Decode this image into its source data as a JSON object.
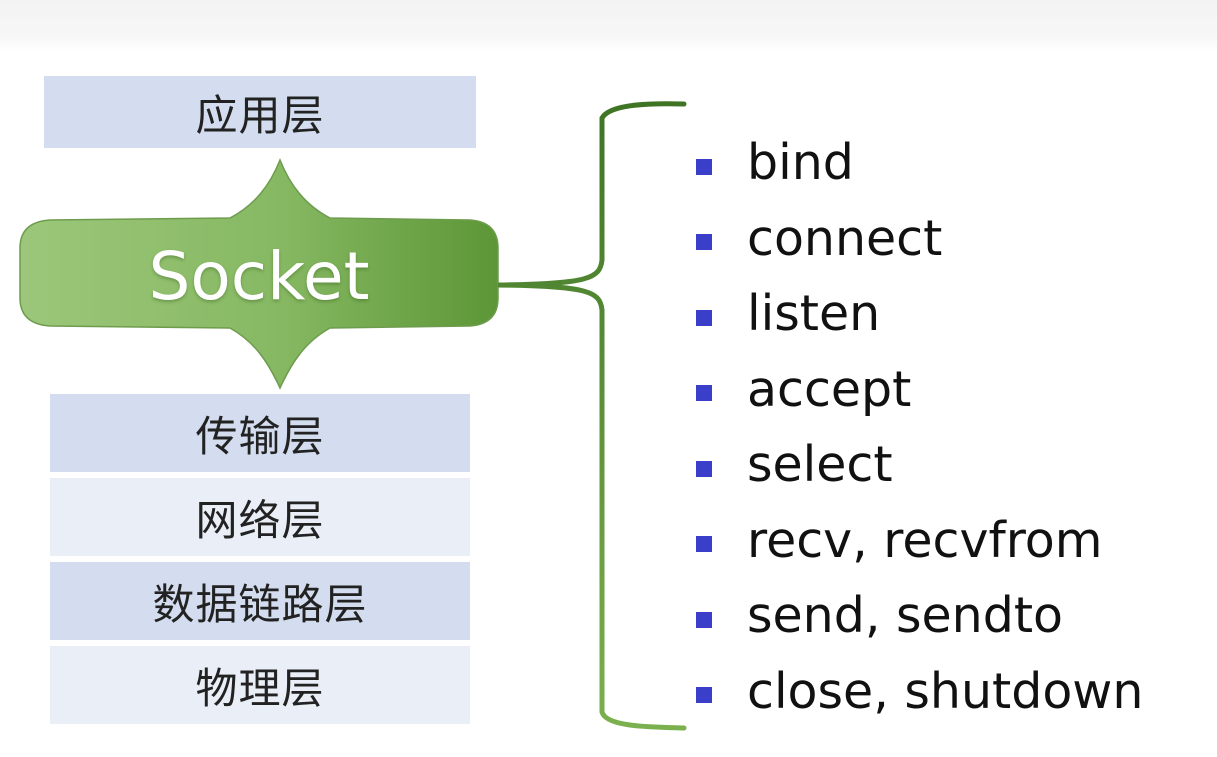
{
  "layers": {
    "application": "应用层",
    "socket": "Socket",
    "transport": "传输层",
    "network": "网络层",
    "datalink": "数据链路层",
    "physical": "物理层"
  },
  "functions": [
    "bind",
    "connect",
    "listen",
    "accept",
    "select",
    "recv, recvfrom",
    "send, sendto",
    "close, shutdown"
  ],
  "colors": {
    "layer_dark": "#d3ddef",
    "layer_light": "#e9eef7",
    "socket_green": "#6aa343",
    "brace_green": "#4e7f2d",
    "bullet_blue": "#3a3ec8"
  }
}
